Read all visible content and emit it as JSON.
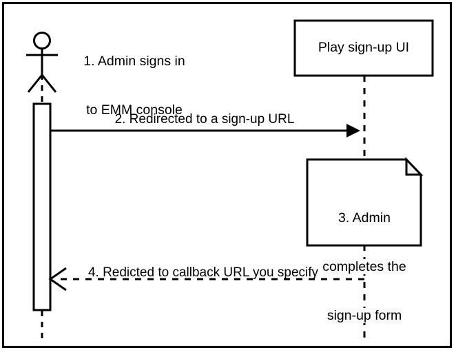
{
  "diagram": {
    "type": "uml-sequence-diagram",
    "border_color": "#000000",
    "background_color": "#ffffff",
    "line_color": "#000000",
    "note_fold_fill": "#f0f0f0",
    "participants": [
      {
        "id": "admin",
        "kind": "actor",
        "icon": "stick-figure-actor-icon",
        "label": ""
      },
      {
        "id": "play-signup-ui",
        "kind": "box",
        "label": "Play sign-up UI"
      }
    ],
    "steps": [
      {
        "number": "1",
        "kind": "annotation",
        "line1": "1. Admin signs in",
        "line2": "to EMM console"
      },
      {
        "number": "2",
        "kind": "message",
        "style": "solid-filled-arrow",
        "direction": "right",
        "label": "2. Redirected to a sign-up URL"
      },
      {
        "number": "3",
        "kind": "note",
        "line1": "3. Admin",
        "line2": "completes the",
        "line3": "sign-up form"
      },
      {
        "number": "4",
        "kind": "message",
        "style": "dashed-open-arrow",
        "direction": "left",
        "label": "4. Redicted to callback URL you specify"
      }
    ]
  }
}
